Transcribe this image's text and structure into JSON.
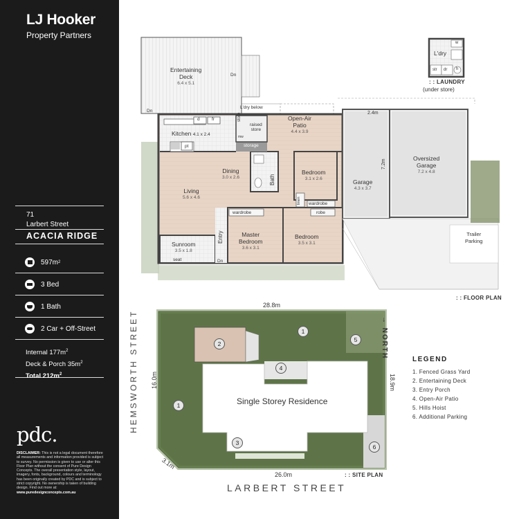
{
  "brand": {
    "name": "LJ Hooker",
    "subtitle": "Property Partners"
  },
  "property": {
    "street_number": "71",
    "street_name": "Larbert Street",
    "suburb": "ACACIA RIDGE",
    "land": "597m",
    "land_unit": "2",
    "bedrooms": "3 Bed",
    "bathrooms": "1 Bath",
    "parking": "2 Car + Off-Street",
    "internal": "Internal 177m",
    "deck_porch": "Deck & Porch 35m",
    "total": "Total 212m",
    "sq": "2"
  },
  "pdc": {
    "logo": "pdc."
  },
  "disclaimer": {
    "title": "DISCLAIMER:",
    "text": "This is not a legal document therefore all measurements and information provided is subject to survey. No permission is given to use or alter this Floor Plan without the consent of Pure Design Concepts. The overall presentation style, layout, imagery, fonts, background, colours and terminology has been originally created by PDC and is subject to strict copyright. No ownership is taken of building design. Find out more at:",
    "url": "www.puredesignconcepts.com.au"
  },
  "floor_plan": {
    "rooms": {
      "deck": {
        "name": "Entertaining\nDeck",
        "dim": "6.4 x 5.1"
      },
      "patio": {
        "name": "Open-Air\nPatio",
        "dim": "4.4 x 3.9"
      },
      "kitchen": {
        "name": "Kitchen",
        "dim": "4.1 x 2.4"
      },
      "dining": {
        "name": "Dining",
        "dim": "3.0 x 2.6"
      },
      "living": {
        "name": "Living",
        "dim": "5.6 x 4.6"
      },
      "sunroom": {
        "name": "Sunroom",
        "dim": "3.5 x 1.8"
      },
      "master": {
        "name": "Master\nBedroom",
        "dim": "3.6 x 3.1"
      },
      "bedroom2": {
        "name": "Bedroom",
        "dim": "3.1 x 2.6"
      },
      "bedroom3": {
        "name": "Bedroom",
        "dim": "3.5 x 3.1"
      },
      "garage": {
        "name": "Garage",
        "dim": "4.3 x 3.7"
      },
      "oversized": {
        "name": "Oversized\nGarage",
        "dim": "7.2 x 4.8"
      },
      "trailer": {
        "name": "Trailer\nParking"
      },
      "laundry": {
        "name": "L'dry"
      }
    },
    "small_labels": {
      "dn1": "Dn",
      "dn2": "Dn",
      "dn3": "Dn",
      "ldry_below": "L'dry below",
      "store": "store",
      "raised_store": "raised\nstore",
      "storage": "storage",
      "d": "d",
      "fr": "fr",
      "pt": "pt",
      "mw": "mw",
      "bath": "Bath",
      "linen": "linen",
      "wardrobe1": "wardrobe",
      "wardrobe2": "wardrobe",
      "robe": "robe",
      "entry": "Entry",
      "seat": "seat",
      "w": "w",
      "str": "str",
      "dr": "dr",
      "h": "h",
      "dim_24": "2.4m",
      "dim_72": "7.2m"
    },
    "laundry_tag": ": : LAUNDRY",
    "laundry_note": "(under store)",
    "tag": ": : FLOOR PLAN"
  },
  "site_plan": {
    "top_width": "28.8m",
    "bottom_width": "26.0m",
    "left_depth": "16.0m",
    "right_depth": "18.9m",
    "corner": "3.1m",
    "residence": "Single Storey Residence",
    "street_left": "HEMSWORTH STREET",
    "street_bottom": "LARBERT STREET",
    "north": "NORTH",
    "north_arrow": "→",
    "tag": ": : SITE PLAN",
    "markers": [
      "1",
      "2",
      "3",
      "4",
      "5",
      "6"
    ]
  },
  "legend": {
    "title": "LEGEND",
    "items": [
      "1. Fenced Grass Yard",
      "2. Entertaining Deck",
      "3. Entry Porch",
      "4. Open-Air Patio",
      "5. Hills Hoist",
      "6. Additional Parking"
    ]
  },
  "colors": {
    "panel": "#1b1b1b",
    "wall": "#4a4a4a",
    "floor_wood": "#e7d3c4",
    "tile": "#f1f1f1",
    "garage_floor": "#e0e0e0",
    "grass": "#5e7448",
    "hedge": "#6f8a55"
  }
}
